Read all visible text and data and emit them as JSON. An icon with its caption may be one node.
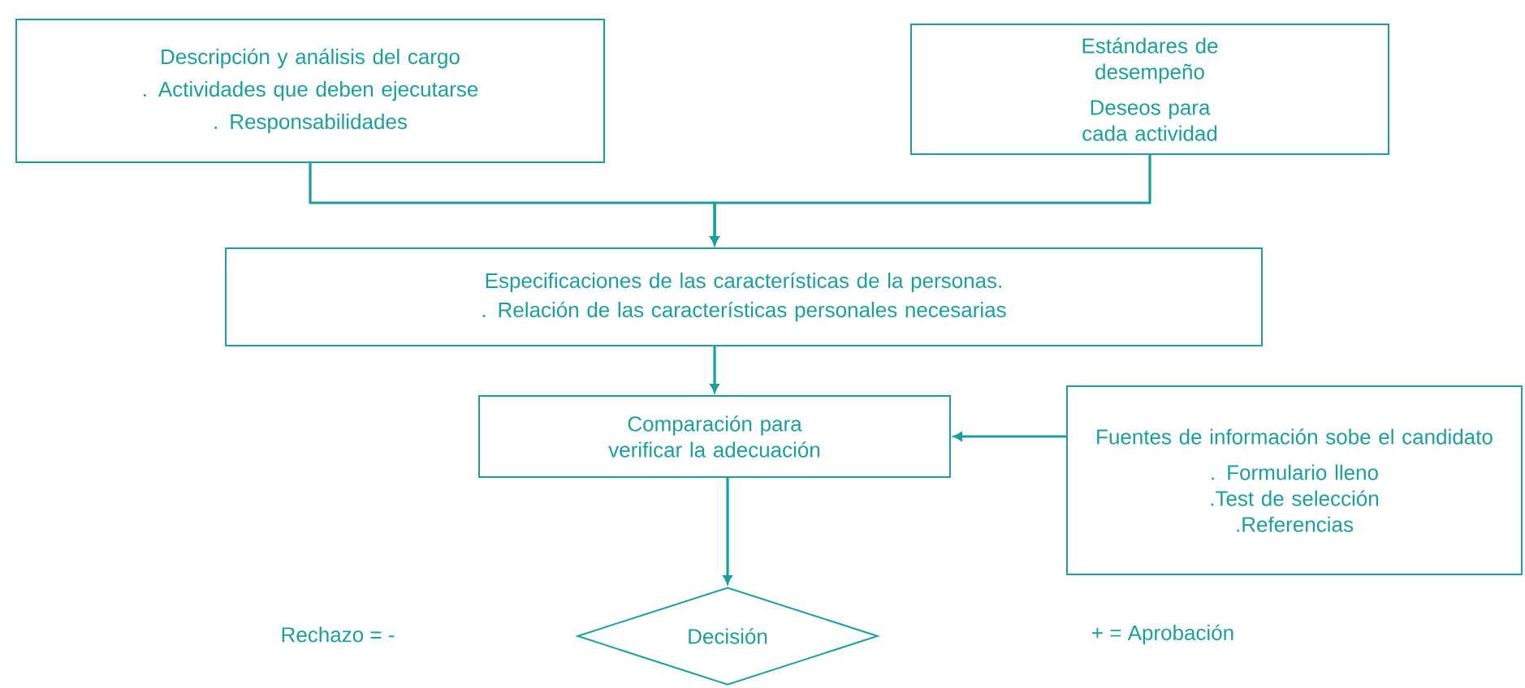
{
  "diagram": {
    "nodes": [
      {
        "text": [
          "Descripción y análisis del cargo",
          ". Actividades que deben ejecutarse",
          ". Responsabilidades"
        ]
      },
      {
        "text": [
          "Estándares de desempeño",
          "Deseos para cada actividad"
        ]
      },
      {
        "text": [
          "Especificaciones de las características de la personas.",
          ". Relación de las características personales necesarias"
        ]
      },
      {
        "text": [
          "Comparación para verificar la adecuación"
        ]
      },
      {
        "text": [
          "Fuentes de información sobe el candidato",
          ". Formulario lleno",
          ".Test de selección",
          ".Referencias"
        ]
      },
      {
        "text": [
          "Decisión"
        ]
      }
    ],
    "edges": [
      {
        "from": 0,
        "to": 2,
        "arrow": "to"
      },
      {
        "from": 1,
        "to": 2,
        "arrow": "to"
      },
      {
        "from": 2,
        "to": 3,
        "arrow": "to"
      },
      {
        "from": 4,
        "to": 3,
        "arrow": "to"
      },
      {
        "from": 3,
        "to": 5,
        "arrow": "to"
      }
    ],
    "labels": [
      "Rechazo   =   -",
      "+   =   Aprobación"
    ]
  }
}
